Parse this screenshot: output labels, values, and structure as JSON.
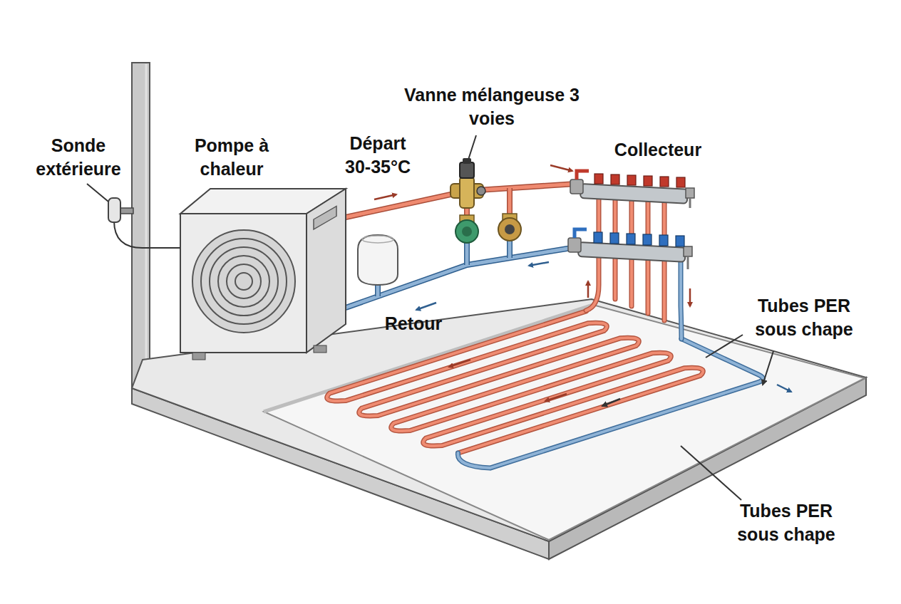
{
  "diagram": {
    "labels": [
      "Vanne mélangeuse 3 voies",
      "Sonde extérieure",
      "Pompe à chaleur",
      "Départ 30-35°C",
      "Collecteur",
      "Tubes PER sous chape",
      "Retour",
      "Tubes PER sous chape"
    ]
  }
}
